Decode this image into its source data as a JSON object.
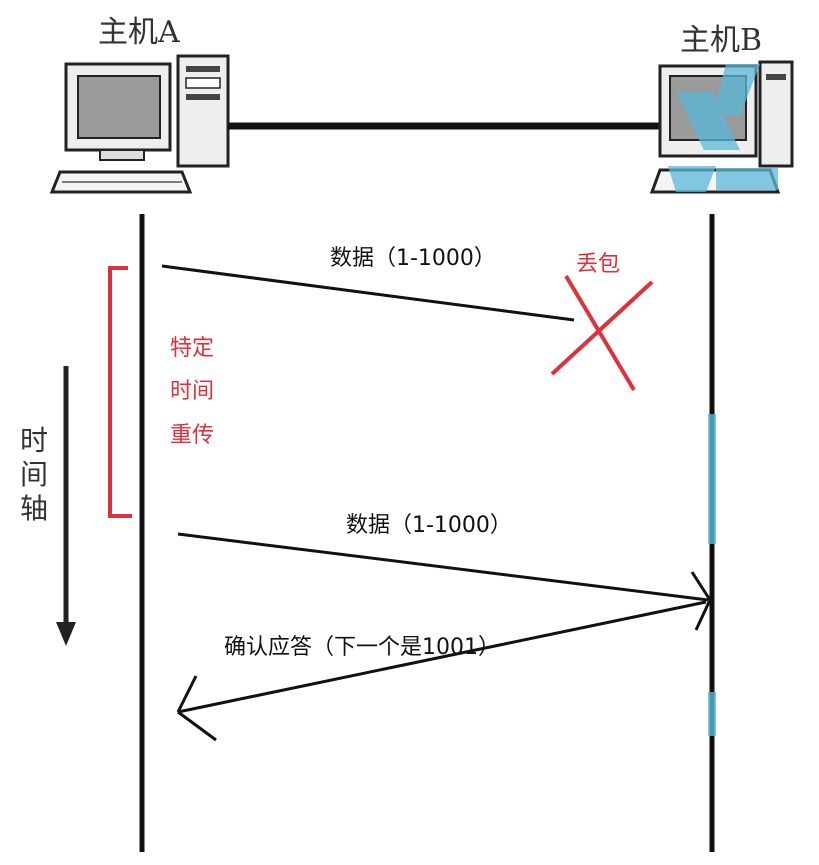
{
  "host_a": {
    "label": "主机A"
  },
  "host_b": {
    "label": "主机B"
  },
  "messages": {
    "first_data": "数据（1-1000）",
    "lost": "丢包",
    "retrans_data": "数据（1-1000）",
    "ack": "确认应答（下一个是1001）"
  },
  "timeout": {
    "line1": "特定",
    "line2": "时间",
    "line3": "重传"
  },
  "time_axis": {
    "c1": "时",
    "c2": "间",
    "c3": "轴"
  },
  "colors": {
    "line": "#111111",
    "annotation_red": "#e0303b",
    "overlay_blue": "#5bb8d8"
  }
}
